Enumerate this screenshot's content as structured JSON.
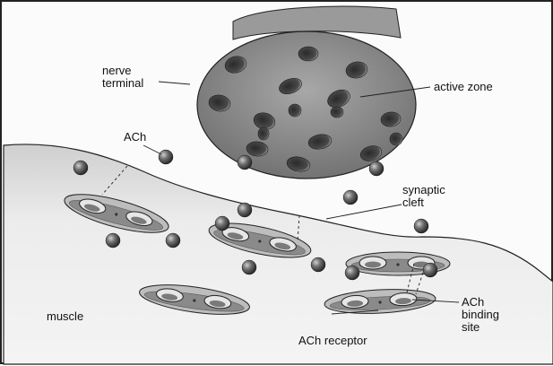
{
  "labels": {
    "nerve_terminal": "nerve\nterminal",
    "active_zone": "active zone",
    "ach": "ACh",
    "synaptic_cleft": "synaptic\ncleft",
    "muscle": "muscle",
    "ach_receptor": "ACh receptor",
    "ach_binding_site": "ACh\nbinding\nsite"
  },
  "colors": {
    "ink": "#222222",
    "terminal_fill": "#8f8f8f",
    "muscle_fill": "#e4e4e4",
    "vesicle_fill": "#3f3f3f",
    "ach_ball": "#5a5a5a"
  }
}
